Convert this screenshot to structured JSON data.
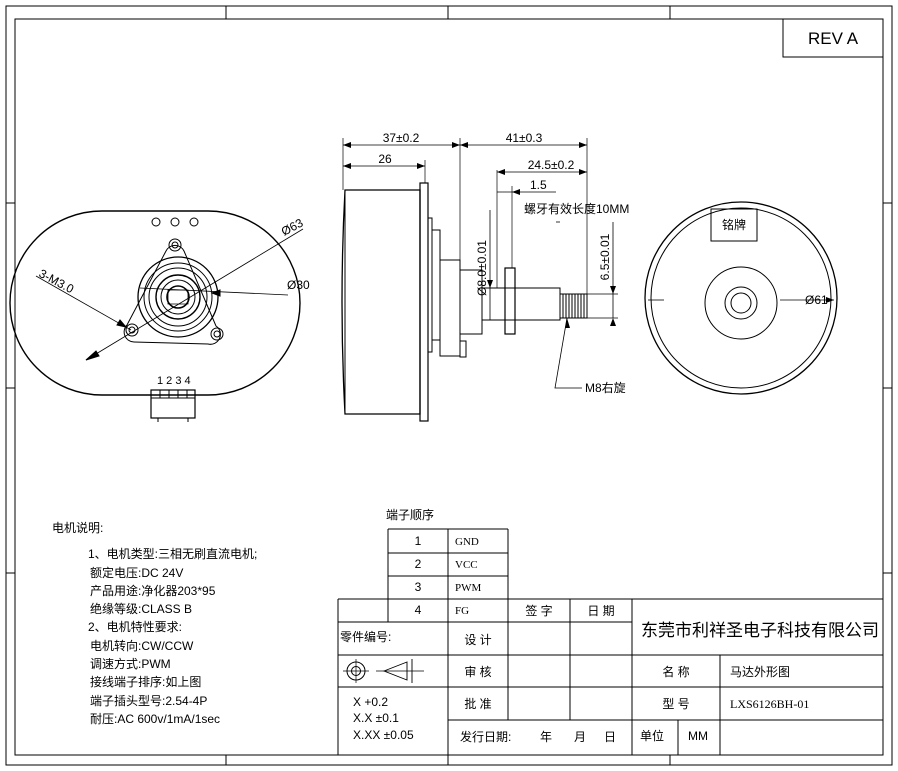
{
  "revision": "REV A",
  "front_view": {
    "dia_outer": "Ø63",
    "dia_inner": "Ø30",
    "mount_holes": "3-M3.0",
    "pin_numbers": "1 2 3 4"
  },
  "side_view": {
    "dim_overall": "37±0.2",
    "dim_body": "26",
    "dim_shaft": "41±0.3",
    "dim_thread": "24.5±0.2",
    "dim_step": "1.5",
    "thread_note": "螺牙有效长度10MM",
    "dia_shaft": "Ø8.0±0.01",
    "flat": "6.5±0.01",
    "thread": "M8右旋"
  },
  "rear_view": {
    "nameplate": "铭牌",
    "dia": "Ø61"
  },
  "notes": {
    "title": "电机说明:",
    "lines": [
      "1、电机类型:三相无刷直流电机;",
      "额定电压:DC 24V",
      "产品用途:净化器203*95",
      "绝缘等级:CLASS B",
      "2、电机特性要求:",
      "电机转向:CW/CCW",
      "调速方式:PWM",
      "接线端子排序:如上图",
      "端子插头型号:2.54-4P",
      "耐压:AC 600v/1mA/1sec"
    ]
  },
  "terminal_table": {
    "title": "端子顺序",
    "rows": [
      {
        "num": "1",
        "signal": "GND"
      },
      {
        "num": "2",
        "signal": "VCC"
      },
      {
        "num": "3",
        "signal": "PWM"
      },
      {
        "num": "4",
        "signal": "FG"
      }
    ]
  },
  "title_block": {
    "part_no_label": "零件编号:",
    "sign_label": "签 字",
    "date_label": "日 期",
    "design": "设 计",
    "review": "审 核",
    "approve": "批 准",
    "company": "东莞市利祥圣电子科技有限公司",
    "name_label": "名 称",
    "name_value": "马达外形图",
    "model_label": "型 号",
    "model_value": "LXS6126BH-01",
    "tol1": "X +0.2",
    "tol2": "X.X ±0.1",
    "tol3": "X.XX ±0.05",
    "issue_date": "发行日期:",
    "year": "年",
    "month": "月",
    "day": "日",
    "unit_label": "单位",
    "unit_value": "MM"
  }
}
